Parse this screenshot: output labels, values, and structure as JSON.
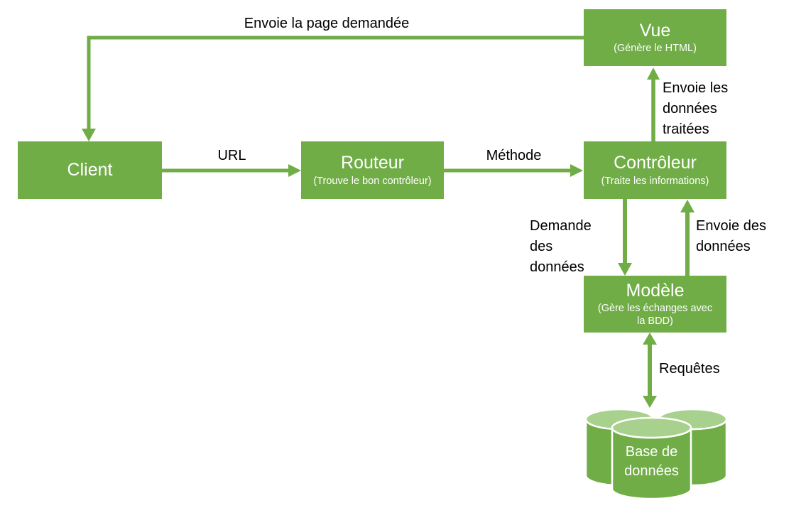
{
  "colors": {
    "accent_green": "#70AD47",
    "node_text": "#FFFFFF",
    "label_text": "#000000",
    "cylinder_top": "#A9D18E",
    "cylinder_outline": "#FFFFFF",
    "background": "#FFFFFF"
  },
  "nodes": {
    "client": {
      "title": "Client"
    },
    "routeur": {
      "title": "Routeur",
      "subtitle": "(Trouve le bon contrôleur)"
    },
    "controleur": {
      "title": "Contrôleur",
      "subtitle": "(Traite les informations)"
    },
    "vue": {
      "title": "Vue",
      "subtitle": "(Génère le HTML)"
    },
    "modele": {
      "title": "Modèle",
      "subtitle": "(Gère les échanges avec la BDD)"
    },
    "database": {
      "title": "Base de données"
    }
  },
  "edges": {
    "vue_to_client": {
      "label": "Envoie la page demandée",
      "from": "Vue",
      "to": "Client"
    },
    "client_to_routeur": {
      "label": "URL",
      "from": "Client",
      "to": "Routeur"
    },
    "routeur_to_controleur": {
      "label": "Méthode",
      "from": "Routeur",
      "to": "Contrôleur"
    },
    "controleur_to_vue": {
      "label": "Envoie les données traitées",
      "from": "Contrôleur",
      "to": "Vue"
    },
    "controleur_to_modele": {
      "label": "Demande des données",
      "from": "Contrôleur",
      "to": "Modèle"
    },
    "modele_to_controleur": {
      "label": "Envoie des données",
      "from": "Modèle",
      "to": "Contrôleur"
    },
    "modele_to_database": {
      "label": "Requêtes",
      "from": "Modèle",
      "to": "Base de données",
      "bidirectional": true
    }
  }
}
